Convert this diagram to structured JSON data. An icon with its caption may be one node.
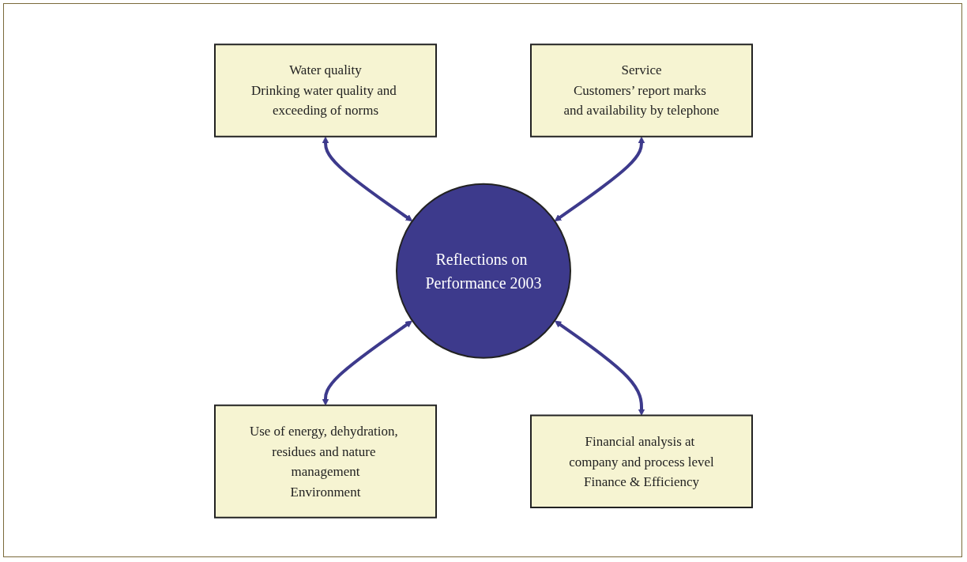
{
  "diagram": {
    "nodes": [
      {
        "text": [
          "Water quality",
          "Drinking water quality and exceeding of norms"
        ]
      },
      {
        "text": [
          "Service",
          "Customers’ report marks and availability by telephone"
        ]
      },
      {
        "text": [
          "Reflections on Performance 2003"
        ]
      },
      {
        "text": [
          "Use of energy, dehydration, residues and nature management",
          "Environment"
        ]
      },
      {
        "text": [
          "Financial analysis at company and process level",
          "Finance & Efficiency"
        ]
      }
    ],
    "edges": [
      {
        "from": 0,
        "to": 2,
        "arrow": "both"
      },
      {
        "from": 1,
        "to": 2,
        "arrow": "both"
      },
      {
        "from": 2,
        "to": 3,
        "arrow": "both"
      },
      {
        "from": 2,
        "to": 4,
        "arrow": "both"
      }
    ]
  }
}
